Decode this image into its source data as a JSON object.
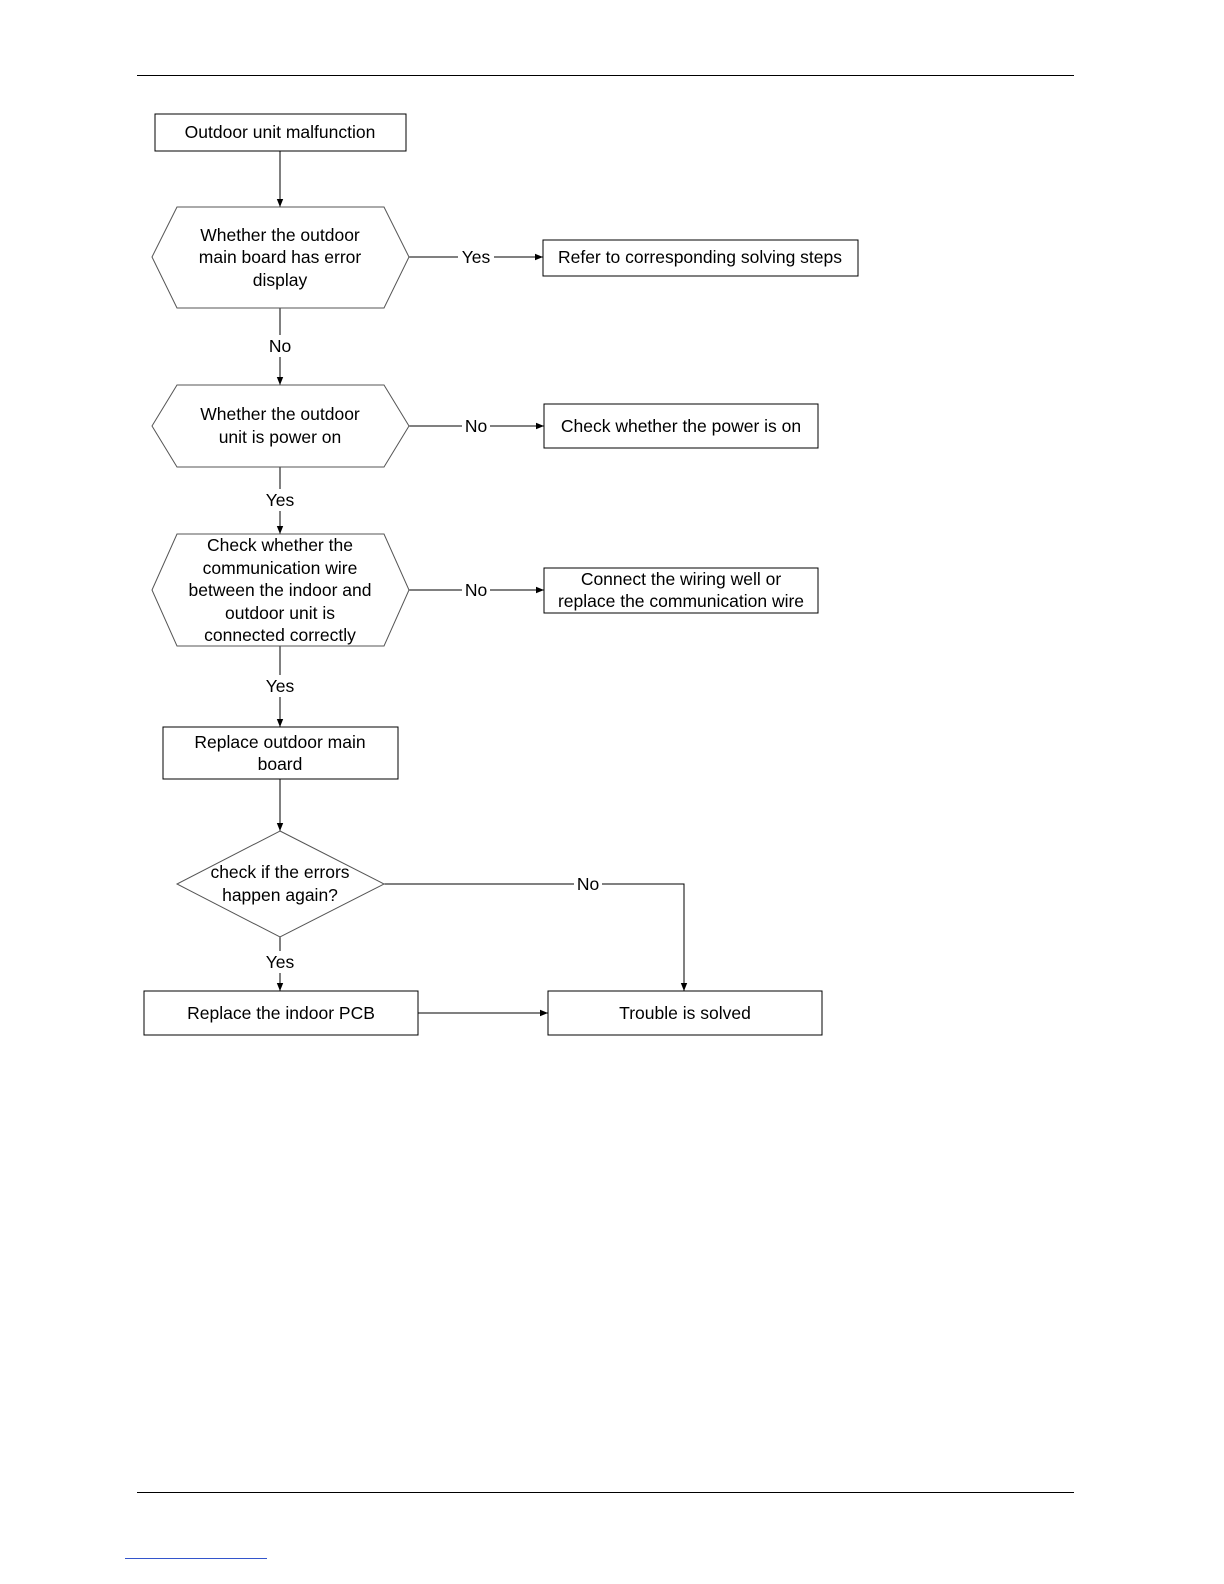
{
  "start": {
    "text": "Outdoor unit malfunction"
  },
  "decision_error_display": {
    "lines": [
      "Whether the outdoor",
      "main board has error",
      "display"
    ]
  },
  "action_refer_steps": {
    "text": "Refer to corresponding solving steps"
  },
  "decision_power_on": {
    "lines": [
      "Whether the outdoor",
      "unit is power on"
    ]
  },
  "action_check_power": {
    "text": "Check whether the power is on"
  },
  "decision_comm_wire": {
    "lines": [
      "Check whether the",
      "communication wire",
      "between the indoor and",
      "outdoor unit is",
      "connected correctly"
    ]
  },
  "action_connect_wiring": {
    "lines": [
      "Connect the wiring well or",
      "replace the communication wire"
    ]
  },
  "action_replace_main_board": {
    "lines": [
      "Replace outdoor main",
      "board"
    ]
  },
  "decision_errors_again": {
    "lines": [
      "check if the errors",
      "happen again?"
    ]
  },
  "action_replace_indoor_pcb": {
    "text": "Replace the indoor PCB"
  },
  "end_solved": {
    "text": "Trouble is solved"
  },
  "edge_labels": {
    "error_display_yes": "Yes",
    "error_display_no": "No",
    "power_on_no": "No",
    "power_on_yes": "Yes",
    "comm_wire_no": "No",
    "comm_wire_yes": "Yes",
    "errors_again_no": "No",
    "errors_again_yes": "Yes"
  }
}
